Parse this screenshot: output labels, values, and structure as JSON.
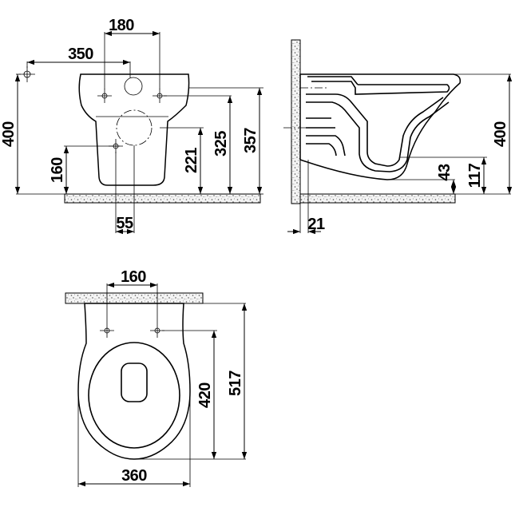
{
  "front_view": {
    "width_180": "180",
    "width_350": "350",
    "height_400": "400",
    "height_160": "160",
    "height_221": "221",
    "height_325": "325",
    "height_357": "357",
    "offset_55": "55"
  },
  "side_view": {
    "height_400": "400",
    "height_117": "117",
    "height_43": "43",
    "offset_21": "21"
  },
  "top_view": {
    "width_160": "160",
    "width_360": "360",
    "length_420": "420",
    "length_517": "517"
  }
}
